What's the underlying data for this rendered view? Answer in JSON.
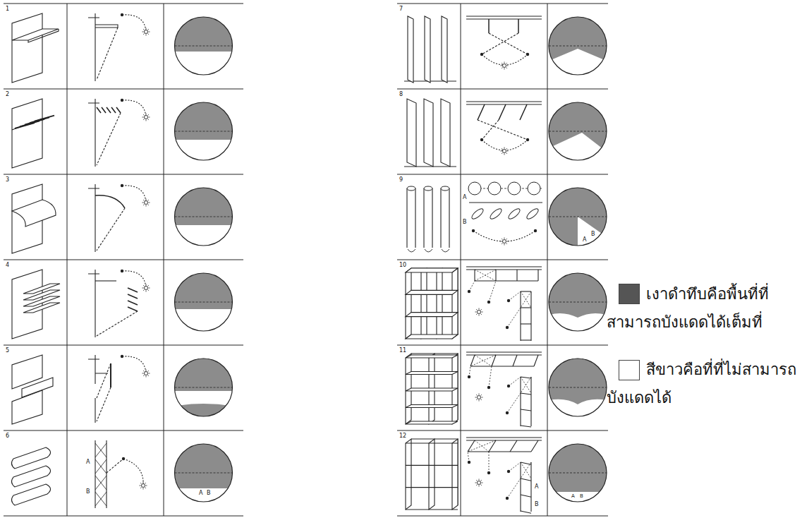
{
  "diagram": {
    "labels": [
      "1",
      "2",
      "3",
      "4",
      "5",
      "6",
      "7",
      "8",
      "9",
      "10",
      "11",
      "12",
      "A",
      "B",
      "A",
      "B",
      "A",
      "B",
      "A",
      "B",
      "A",
      "B",
      "A",
      "B"
    ],
    "legend": [
      {
        "text": "เงาดำทึบคือพื้นที่ที่สามารถบังแดดได้เต็มที่",
        "color": "#555555"
      },
      {
        "text": "สีขาวคือที่ที่ไม่สามารถบังแดดได้",
        "color": "#ffffff"
      }
    ]
  }
}
